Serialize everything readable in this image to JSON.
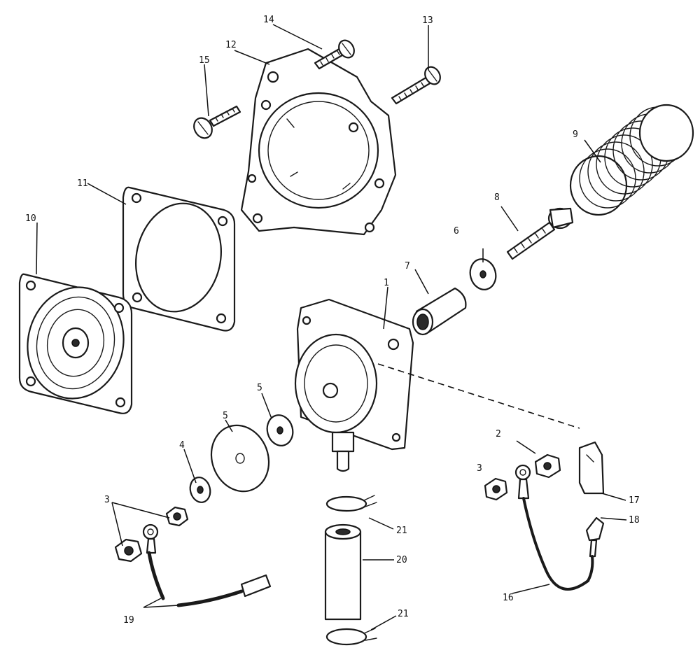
{
  "callouts": {
    "c1": "1",
    "c2": "2",
    "c3a": "3",
    "c3b": "3",
    "c4": "4",
    "c5a": "5",
    "c5b": "5",
    "c6": "6",
    "c7": "7",
    "c8": "8",
    "c9": "9",
    "c10": "10",
    "c11": "11",
    "c12": "12",
    "c13": "13",
    "c14": "14",
    "c15": "15",
    "c16": "16",
    "c17": "17",
    "c18": "18",
    "c19": "19",
    "c20": "20",
    "c21a": "21",
    "c21b": "21"
  }
}
